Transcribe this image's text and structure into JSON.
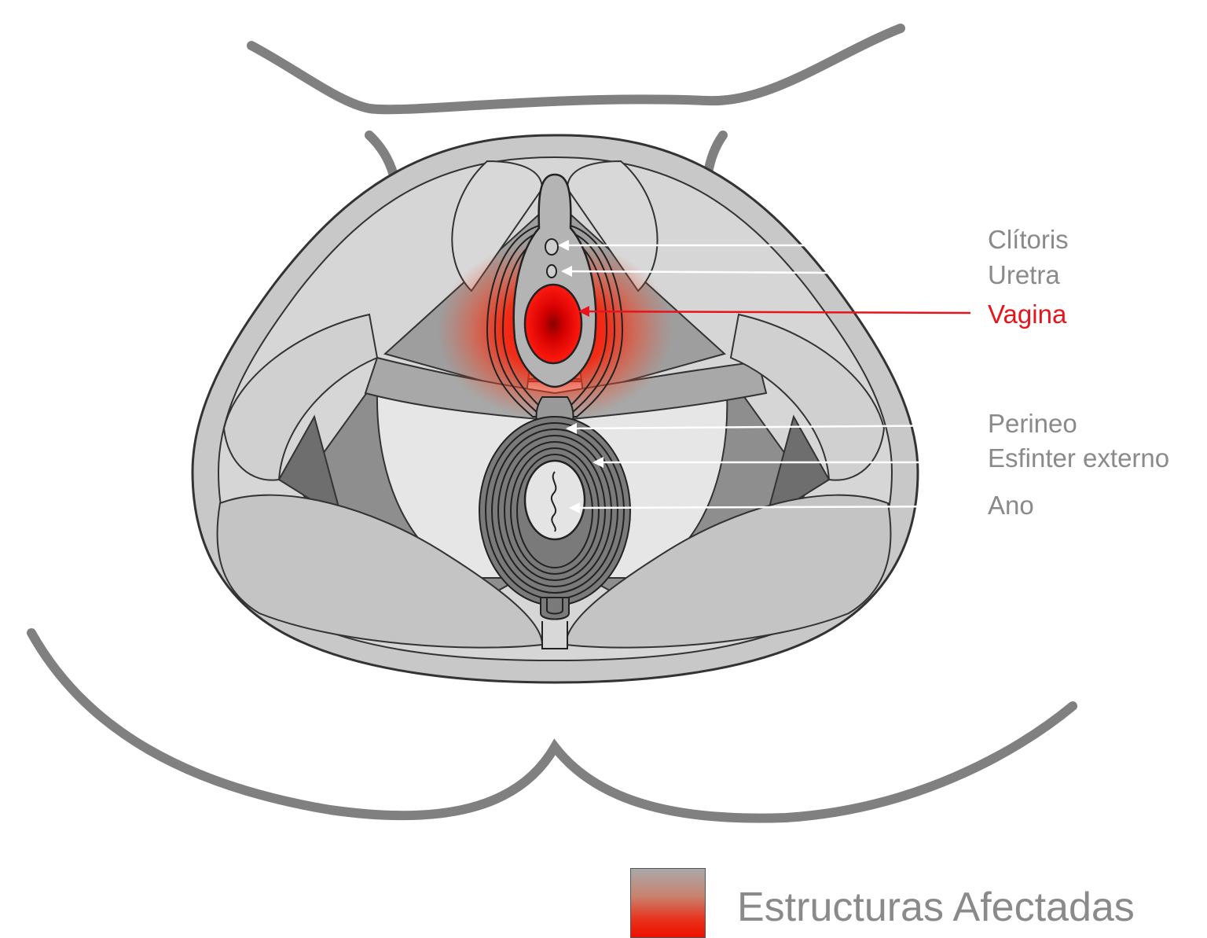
{
  "labels": {
    "clitoris": "Clítoris",
    "uretra": "Uretra",
    "vagina": "Vagina",
    "perineo": "Perineo",
    "esfinter": "Esfinter externo",
    "ano": "Ano"
  },
  "legend": {
    "text": "Estructuras Afectadas"
  },
  "colors": {
    "highlight": "#e8141b",
    "outline": "#333333",
    "body_line": "#808080",
    "label_gray": "#8a8a8a",
    "leader_line": "#ffffff"
  }
}
